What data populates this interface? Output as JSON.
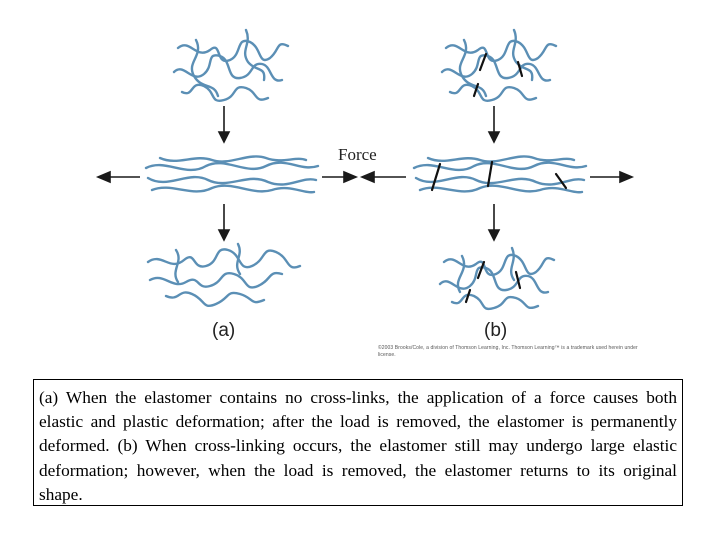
{
  "figure": {
    "force_label": "Force",
    "panel_a_label": "(a)",
    "panel_b_label": "(b)",
    "copyright": "©2003 Brooks/Cole, a division of Thomson Learning, Inc.  Thomson Learning™ is a trademark used herein under license.",
    "colors": {
      "chain": "#5b8fb5",
      "arrow": "#1a1a1a",
      "crosslink": "#111111"
    }
  },
  "caption": {
    "text": "(a) When the elastomer contains no cross-links, the application of a force causes both elastic and plastic deformation; after the load is removed, the elastomer is permanently deformed.  (b) When cross-linking occurs, the elastomer still may undergo large elastic deformation; however, when the load is removed, the elastomer returns to its original shape."
  }
}
